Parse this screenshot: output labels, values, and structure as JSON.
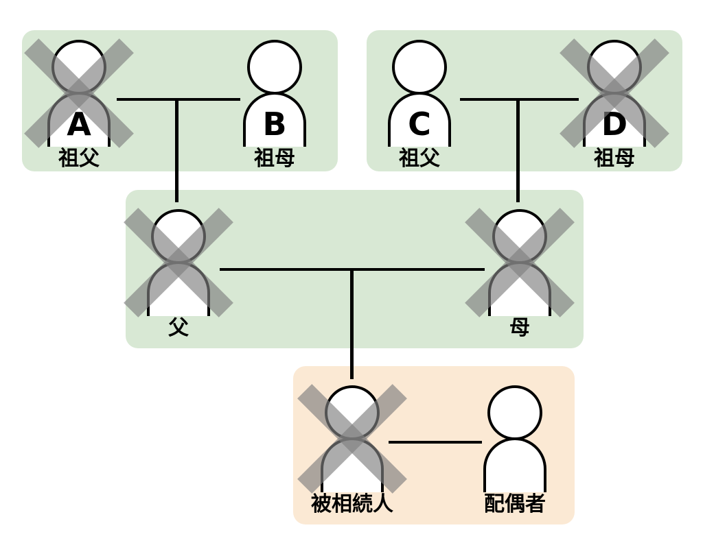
{
  "diagram": {
    "type": "family-inheritance-tree",
    "colors": {
      "group-green": "#d8e8d4",
      "group-orange": "#fbe9d4",
      "line": "#000000",
      "x-gray": "rgba(127,127,127,0.65)",
      "person-fill": "#ffffff",
      "person-stroke": "#000000"
    },
    "groups": [
      {
        "name": "paternal-grandparents",
        "persons": [
          {
            "letter": "A",
            "label": "祖父",
            "deceased": true
          },
          {
            "letter": "B",
            "label": "祖母",
            "deceased": false
          }
        ]
      },
      {
        "name": "maternal-grandparents",
        "persons": [
          {
            "letter": "C",
            "label": "祖父",
            "deceased": false
          },
          {
            "letter": "D",
            "label": "祖母",
            "deceased": true
          }
        ]
      },
      {
        "name": "parents",
        "persons": [
          {
            "letter": "",
            "label": "父",
            "deceased": true
          },
          {
            "letter": "",
            "label": "母",
            "deceased": true
          }
        ]
      },
      {
        "name": "decedent-and-spouse",
        "persons": [
          {
            "letter": "",
            "label": "被相続人",
            "deceased": true
          },
          {
            "letter": "",
            "label": "配偶者",
            "deceased": false
          }
        ]
      }
    ]
  }
}
